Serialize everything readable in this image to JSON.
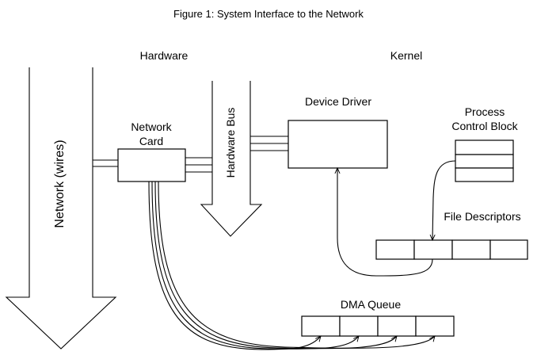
{
  "title": "Figure 1: System Interface to the Network",
  "sections": {
    "hardware": "Hardware",
    "kernel": "Kernel"
  },
  "labels": {
    "network": "Network (wires)",
    "network_card_line1": "Network",
    "network_card_line2": "Card",
    "hardware_bus": "Hardware Bus",
    "device_driver": "Device Driver",
    "pcb_line1": "Process",
    "pcb_line2": "Control Block",
    "file_descriptors": "File Descriptors",
    "dma_queue": "DMA Queue"
  }
}
